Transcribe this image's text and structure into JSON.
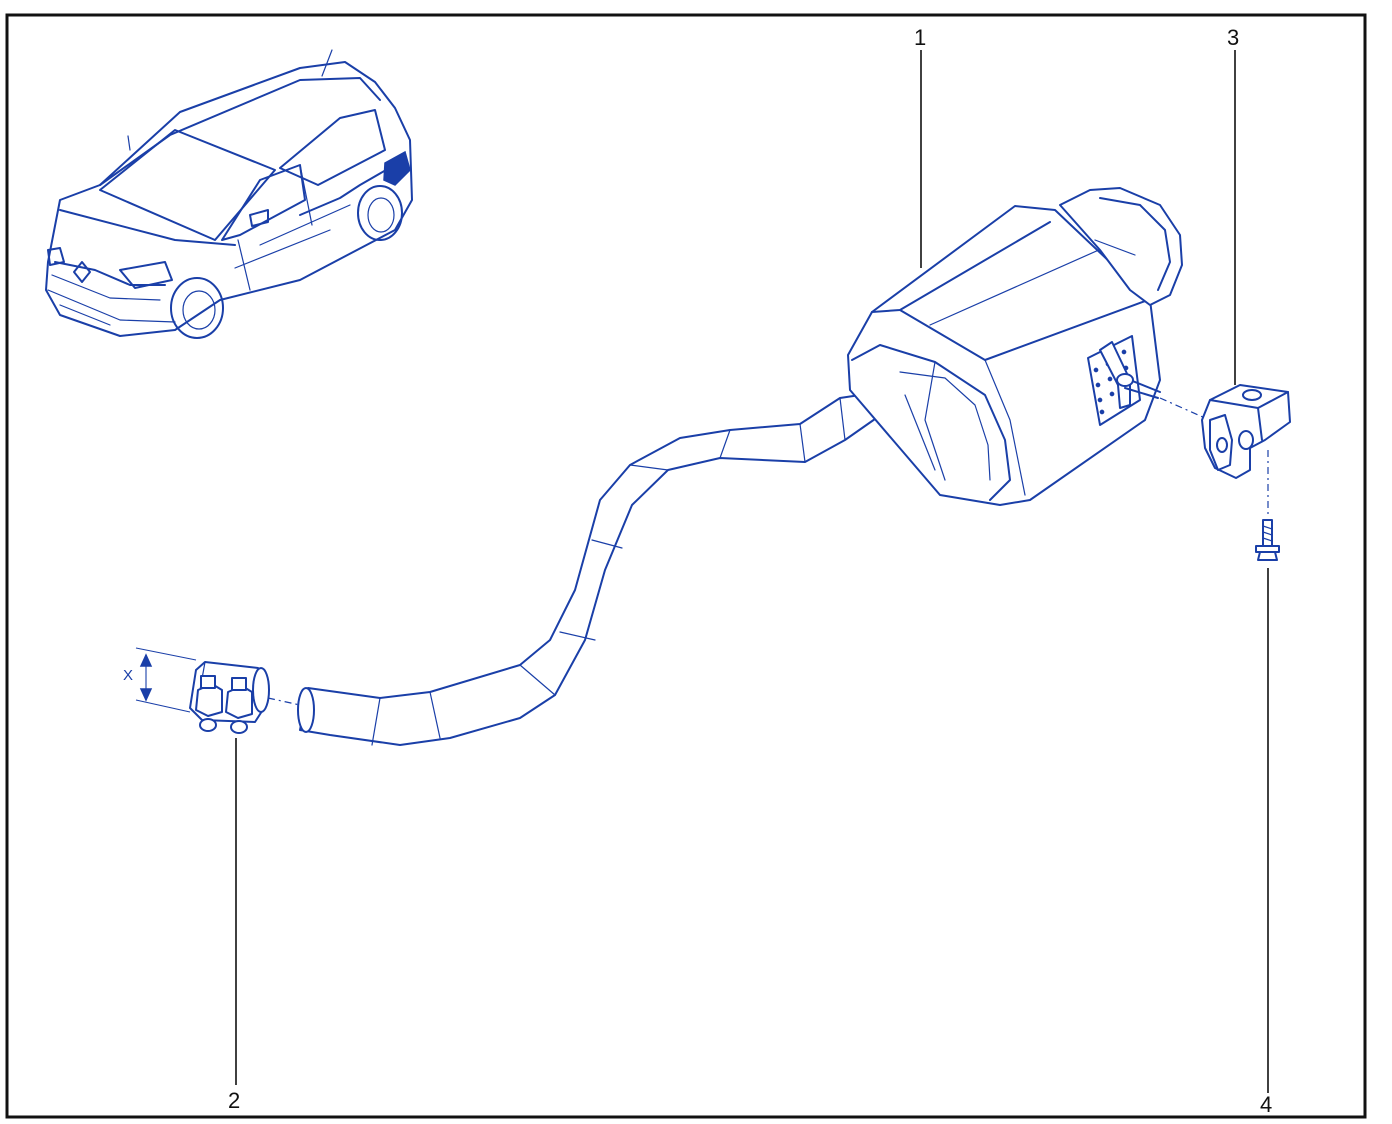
{
  "callouts": {
    "c1": "1",
    "c2": "2",
    "c3": "3",
    "c4": "4"
  },
  "dimension_label": "X",
  "colors": {
    "line": "#1a3fa8",
    "frame": "#111111",
    "background": "#ffffff"
  }
}
